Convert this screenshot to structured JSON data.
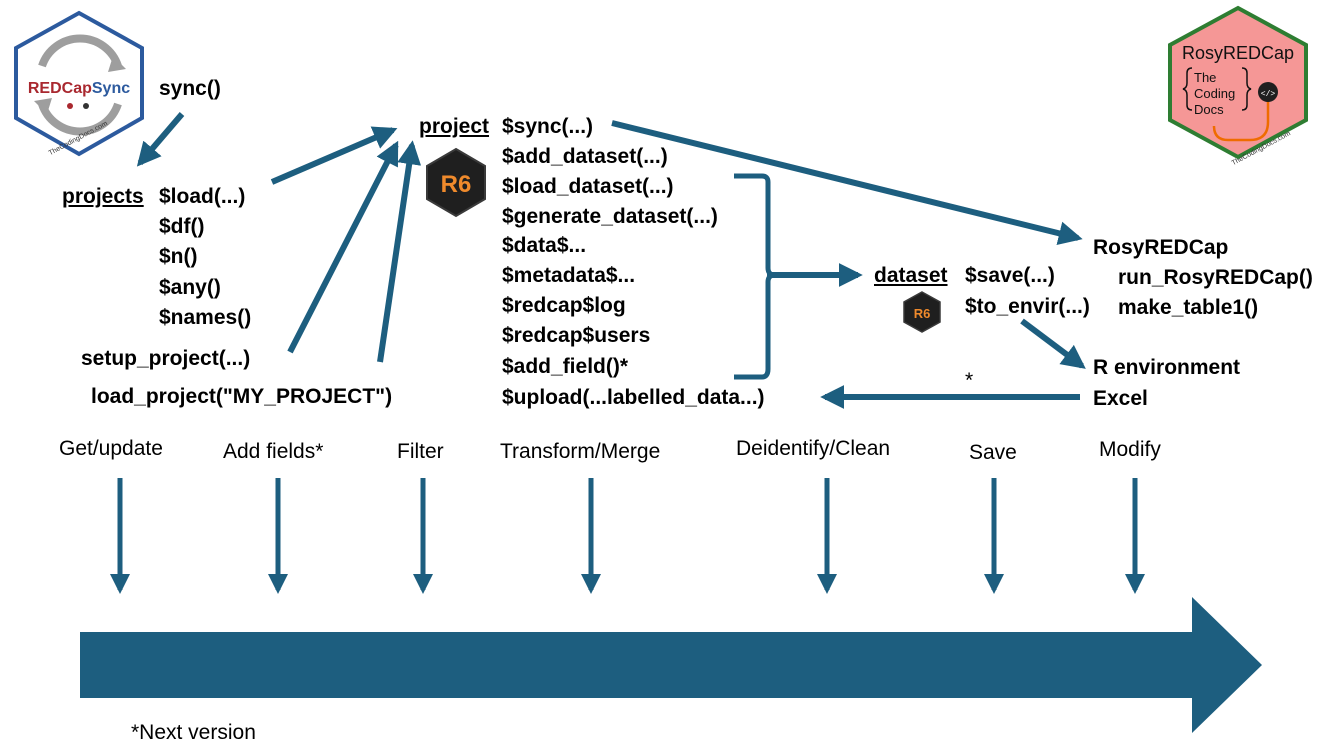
{
  "logos": {
    "left_hex_text": "REDCapSync",
    "left_hex_footer": "TheCodingDocs.com",
    "right_hex_title": "RosyREDCap",
    "right_hex_lines": [
      "The",
      "Coding",
      "Docs"
    ],
    "right_hex_footer": "TheCodingDocs.com",
    "r6_badge": "R6"
  },
  "left": {
    "sync": "sync()",
    "projects_object": "projects",
    "projects_methods": [
      "$load(...)",
      "$df()",
      "$n()",
      "$any()",
      "$names()"
    ],
    "setup": "setup_project(...)",
    "load": "load_project(\"MY_PROJECT\")"
  },
  "center": {
    "project_object": "project",
    "project_methods": [
      "$sync(...)",
      "$add_dataset(...)",
      "$load_dataset(...)",
      "$generate_dataset(...)",
      "$data$...",
      "$metadata$...",
      "$redcap$log",
      "$redcap$users",
      "$add_field()*",
      "$upload(...labelled_data...)"
    ]
  },
  "dataset": {
    "object": "dataset",
    "methods": [
      "$save(...)",
      "$to_envir(...)"
    ]
  },
  "right": {
    "rosy_title": "RosyREDCap",
    "rosy_functions": [
      "run_RosyREDCap()",
      "make_table1()"
    ],
    "r_env": "R environment",
    "excel": "Excel",
    "asterisk": "*"
  },
  "steps": [
    "Get/update",
    "Add fields*",
    "Filter",
    "Transform/Merge",
    "Deidentify/Clean",
    "Save",
    "Modify"
  ],
  "footnote": "*Next version",
  "colors": {
    "arrow": "#1d5e7f",
    "left_hex_border": "#2c5a9e",
    "right_hex_fill": "#f59796",
    "right_hex_border": "#2e7d32",
    "brand_red": "#a9282f",
    "brand_blue": "#2c5a9e",
    "r6_fill": "#1f1f1f",
    "r6_orange": "#ef8a2c"
  }
}
